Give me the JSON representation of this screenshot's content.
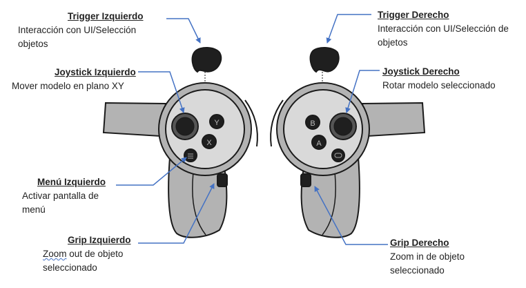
{
  "labels": {
    "trigger_left": {
      "title": "Trigger Izquierdo",
      "desc_lines": [
        "Interacción con UI/Selección",
        "objetos"
      ]
    },
    "joystick_left": {
      "title": "Joystick Izquierdo",
      "desc_lines": [
        "Mover modelo en plano XY"
      ]
    },
    "menu_left": {
      "title": "Menú Izquierdo",
      "desc_lines": [
        "Activar pantalla de",
        "menú"
      ]
    },
    "grip_left": {
      "title": "Grip Izquierdo",
      "desc_word": "Zoom",
      "desc_rest": " out de objeto",
      "desc_line2": "seleccionado"
    },
    "trigger_right": {
      "title": "Trigger Derecho",
      "desc_lines": [
        "Interacción con UI/Selección de",
        "objetos"
      ]
    },
    "joystick_right": {
      "title": "Joystick Derecho",
      "desc_lines": [
        "Rotar modelo seleccionado"
      ]
    },
    "grip_right": {
      "title": "Grip Derecho",
      "desc_lines": [
        "Zoom in de objeto",
        "seleccionado"
      ]
    }
  },
  "buttons": {
    "y": "Y",
    "x": "X",
    "b": "B",
    "a": "A"
  },
  "colors": {
    "arrow": "#4472c4",
    "body": "#b3b3b3",
    "face": "#d9d9d9",
    "dark": "#1f1f1f",
    "outline": "#1a1a1a"
  }
}
